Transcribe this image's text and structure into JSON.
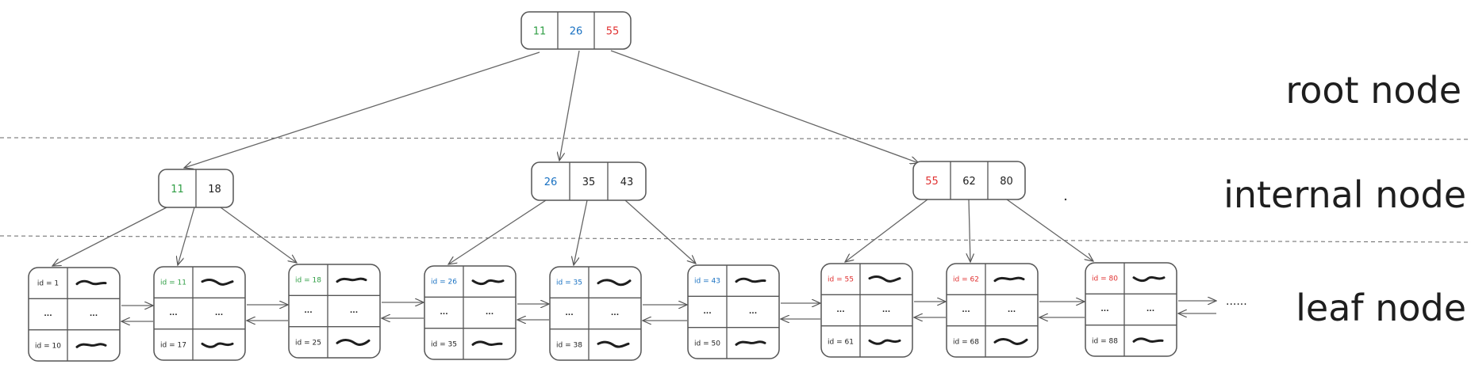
{
  "colors": {
    "green": "#2f9e44",
    "blue": "#1971c2",
    "red": "#e03131",
    "black": "#1e1e1e",
    "stroke": "#555555"
  },
  "labels": {
    "root": "root node",
    "internal": "internal node",
    "leaf": "leaf node",
    "continuation": "......"
  },
  "root": {
    "keys": [
      {
        "text": "11",
        "color": "green"
      },
      {
        "text": "26",
        "color": "blue"
      },
      {
        "text": "55",
        "color": "red"
      }
    ]
  },
  "internal_nodes": [
    {
      "keys": [
        {
          "text": "11",
          "color": "green"
        },
        {
          "text": "18",
          "color": "black"
        }
      ]
    },
    {
      "keys": [
        {
          "text": "26",
          "color": "blue"
        },
        {
          "text": "35",
          "color": "black"
        },
        {
          "text": "43",
          "color": "black"
        }
      ]
    },
    {
      "keys": [
        {
          "text": "55",
          "color": "red"
        },
        {
          "text": "62",
          "color": "black"
        },
        {
          "text": "80",
          "color": "black"
        }
      ]
    }
  ],
  "leaf_nodes": [
    {
      "first": "id = 1",
      "first_color": "black",
      "mid": "...",
      "mid_val": "...",
      "last": "id = 10"
    },
    {
      "first": "id = 11",
      "first_color": "green",
      "mid": "...",
      "mid_val": "...",
      "last": "id = 17"
    },
    {
      "first": "id = 18",
      "first_color": "green",
      "mid": "...",
      "mid_val": "...",
      "last": "id = 25"
    },
    {
      "first": "id = 26",
      "first_color": "blue",
      "mid": "...",
      "mid_val": "...",
      "last": "id = 35"
    },
    {
      "first": "id = 35",
      "first_color": "blue",
      "mid": "...",
      "mid_val": "...",
      "last": "id = 38"
    },
    {
      "first": "id = 43",
      "first_color": "blue",
      "mid": "...",
      "mid_val": "...",
      "last": "id = 50"
    },
    {
      "first": "id = 55",
      "first_color": "red",
      "mid": "...",
      "mid_val": "...",
      "last": "id = 61"
    },
    {
      "first": "id = 62",
      "first_color": "red",
      "mid": "...",
      "mid_val": "...",
      "last": "id = 68"
    },
    {
      "first": "id = 80",
      "first_color": "red",
      "mid": "...",
      "mid_val": "...",
      "last": "id = 88"
    }
  ]
}
